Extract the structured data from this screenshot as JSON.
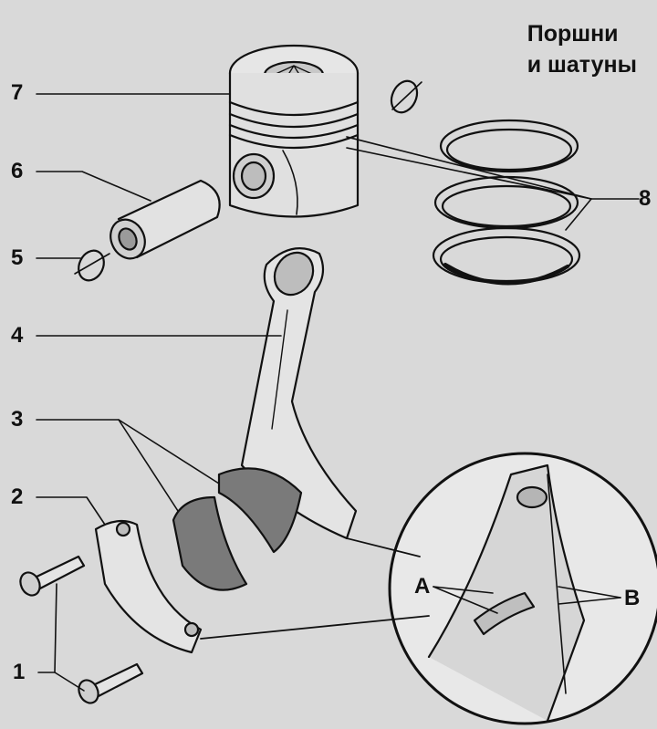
{
  "title": {
    "line1": "Поршни",
    "line2": "и шатуны"
  },
  "callouts": [
    {
      "id": "1",
      "text": "1"
    },
    {
      "id": "2",
      "text": "2"
    },
    {
      "id": "3",
      "text": "3"
    },
    {
      "id": "4",
      "text": "4"
    },
    {
      "id": "5",
      "text": "5"
    },
    {
      "id": "6",
      "text": "6"
    },
    {
      "id": "7",
      "text": "7"
    },
    {
      "id": "8",
      "text": "8"
    },
    {
      "id": "A",
      "text": "A"
    },
    {
      "id": "B",
      "text": "B"
    }
  ],
  "colors": {
    "background": "#d9d9d9",
    "ink": "#111111",
    "shell": "#7a7a7a"
  }
}
